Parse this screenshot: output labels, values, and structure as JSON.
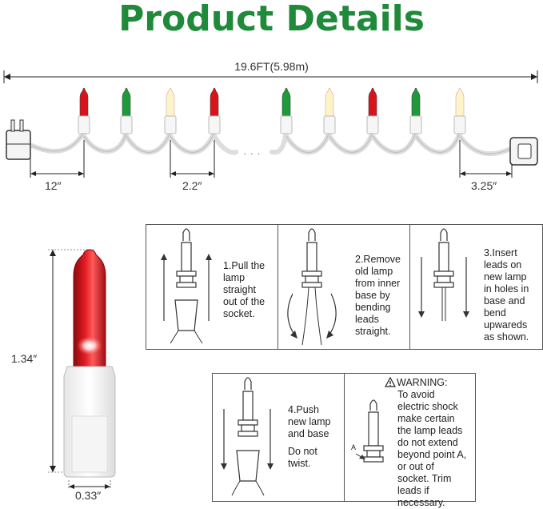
{
  "title": "Product Details",
  "colors": {
    "title": "#1f8a3a",
    "red": "#d8141b",
    "green": "#1e9a3a",
    "clear": "#fff3c8"
  },
  "overall_length": "19.6FT(5.98m)",
  "dims": {
    "lead_start": "12″",
    "spacing": "2.2″",
    "lead_end": "3.25″",
    "bulb_height": "1.34″",
    "bulb_width": "0.33″"
  },
  "string_separator": "· · ·",
  "steps": {
    "s1": "1.Pull the\nlamp\nstraight\nout of the\nsocket.",
    "s2": "2.Remove\nold lamp\nfrom inner\nbase by\nbending\nleads\nstraight.",
    "s3": "3.Insert\nleads on\nnew lamp\nin holes in\nbase and\nbend\nupwareds\nas shown.",
    "s4a": "4.Push\nnew lamp\nand base",
    "s4b": "Do not\ntwist.",
    "warning_title": "WARNING:",
    "warning_body": "To avoid\nelectric shock\nmake certain\nthe lamp leads\ndo not extend\nbeyond point A,\nor out of\nsocket. Trim\nleads if\nnecessary.",
    "point_label": "A"
  }
}
